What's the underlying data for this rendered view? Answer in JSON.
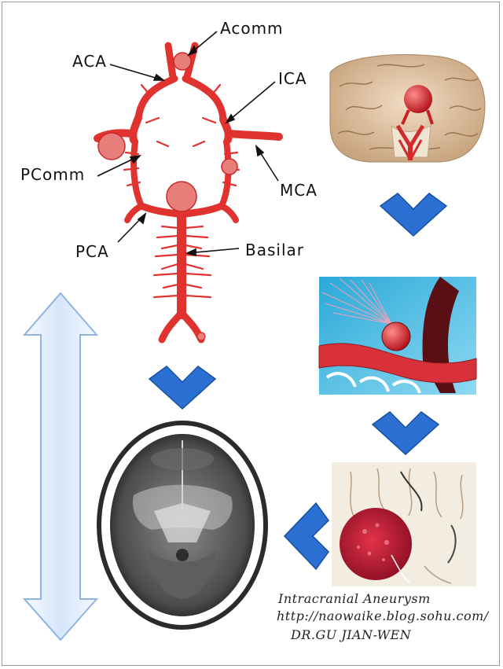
{
  "colors": {
    "artery": "#e0322f",
    "artery_light": "#f3a29d",
    "chevron": "#2a6fd1",
    "arrow_fill": "#dbe9fb",
    "arrow_stroke": "#8fb3e3"
  },
  "circle_of_willis": {
    "labels": {
      "acomm": "Acomm",
      "aca": "ACA",
      "ica": "ICA",
      "pcomm": "PComm",
      "mca": "MCA",
      "pca": "PCA",
      "basilar": "Basilar"
    }
  },
  "credit": {
    "line1": "Intracranial Aneurysm",
    "line2": "http://naowaike.blog.sohu.com/",
    "line3": "DR.GU JIAN-WEN"
  }
}
